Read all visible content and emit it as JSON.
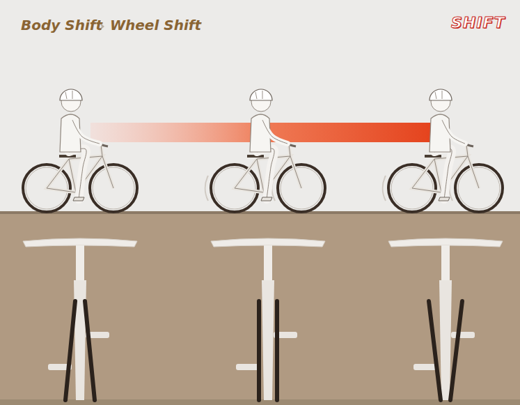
{
  "diagram": {
    "title": "Body Shift",
    "labels": [
      "Wheel Shift",
      "SHIFT"
    ]
  }
}
